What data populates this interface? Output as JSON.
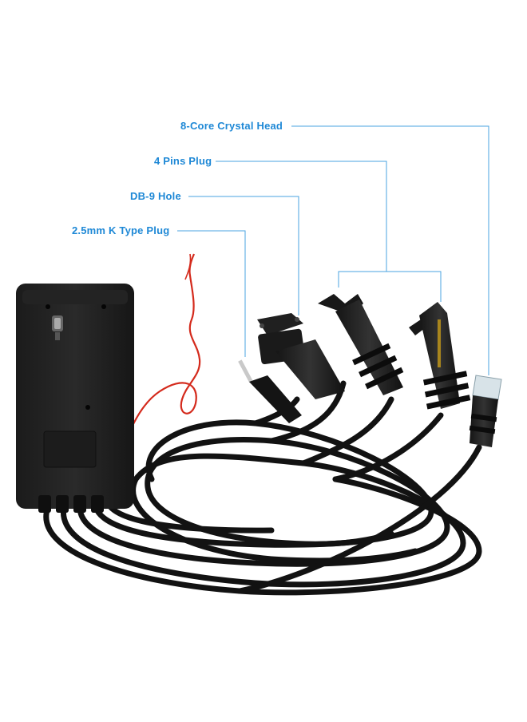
{
  "labels": {
    "crystal_head": "8-Core Crystal Head",
    "four_pins": "4 Pins Plug",
    "db9": "DB-9 Hole",
    "k_type": "2.5mm K Type Plug"
  },
  "colors": {
    "label": "#1e88d6",
    "leader_line": "#4aa3e0",
    "cable": "#121212",
    "red_wire": "#d42a1c",
    "background": "#ffffff"
  }
}
